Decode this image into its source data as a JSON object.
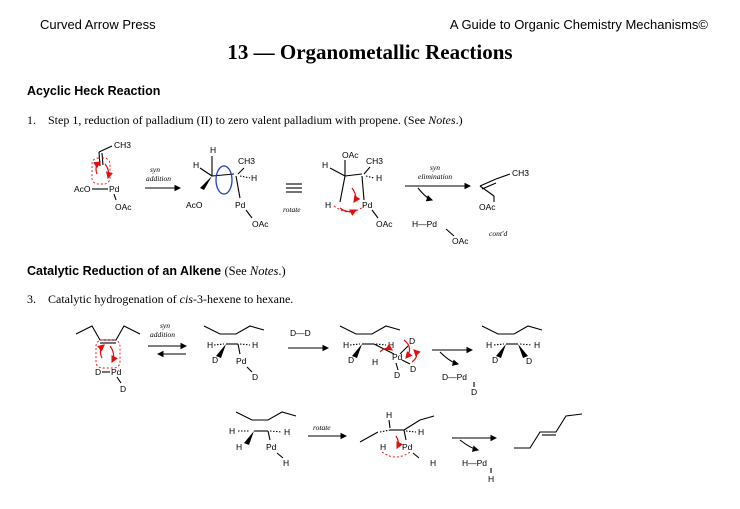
{
  "header": {
    "left": "Curved Arrow Press",
    "right": "A Guide to Organic Chemistry Mechanisms©"
  },
  "title": "13 — Organometallic Reactions",
  "section1": {
    "heading": "Acyclic Heck Reaction",
    "step_num": "1.",
    "step_text_a": "Step 1, reduction of palladium (II) to zero valent palladium with propene. (See ",
    "step_note": "Notes",
    "step_text_b": ".)"
  },
  "section2": {
    "heading": "Catalytic Reduction of an Alkene",
    "heading_note": "(See ",
    "heading_note_it": "Notes",
    "heading_note_end": ".)",
    "step_num": "3.",
    "step_text_a": "Catalytic hydrogenation of ",
    "step_cis": "cis",
    "step_text_b": "-3-hexene to hexane."
  },
  "labels": {
    "ch3": "CH3",
    "ch3_sub": "3",
    "ch": "CH",
    "aco": "AcO",
    "oac": "OAc",
    "pd": "Pd",
    "h": "H",
    "d": "D",
    "syn": "syn",
    "addition": "addition",
    "elimination": "elimination",
    "rotate": "rotate",
    "contd": "cont'd",
    "hpd": "H—Pd",
    "dpd": "D—Pd",
    "dd": "D—D"
  },
  "colors": {
    "accent": "#e01010",
    "rotate_arrow": "#2040c0"
  }
}
